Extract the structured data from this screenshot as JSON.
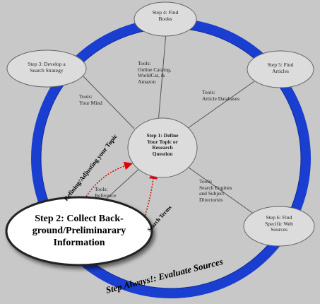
{
  "steps": {
    "step1": "Step 1:  Define\nYour Topic or\nResearch\nQuestion",
    "step3": "Step 3: Develop a\nSearch Strategy",
    "step4": "Step 4: Find\nBooks",
    "step5": "Step 5: Find\nArticles",
    "step6": "Step 6: Find\nSpecific Web\nSources",
    "step2": "Step 2:  Collect Back-\nground/Preliminarary\nInformation"
  },
  "tools": {
    "mind": "Tools:\nYour Mind",
    "books": "Tools:\nOnline Catalog,\nWorldCat, &\nAmazon",
    "articles": "Tools:\nArticle Databases",
    "web": "Tools:\nSearch Engines\nand Subject\nDirectories",
    "reference": "Tools:\nReference"
  },
  "arc_labels": {
    "refining": "Refining/Adjusting your Topic",
    "search_terms": "Search Terms",
    "evaluate": "Step Always!:  Evaluate Sources"
  },
  "colors": {
    "ring": "#1a3fd0",
    "node_fill": "#dcdcdc",
    "arrow": "#e00000"
  }
}
